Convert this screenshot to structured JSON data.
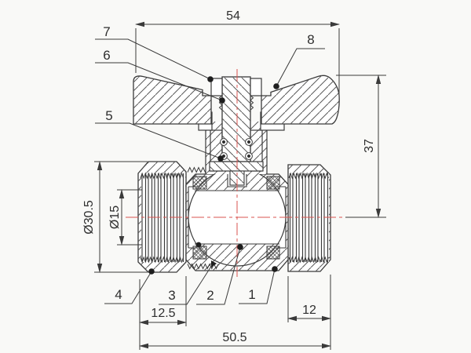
{
  "drawing": {
    "part_labels": {
      "l1": "1",
      "l2": "2",
      "l3": "3",
      "l4": "4",
      "l5": "5",
      "l6": "6",
      "l7": "7",
      "l8": "8"
    },
    "dimensions": {
      "handle_span": "54",
      "height_to_axis": "37",
      "outer_diameter": "Ø30.5",
      "bore_diameter": "Ø15",
      "left_nut_width": "12.5",
      "right_end_width": "12",
      "total_length": "50.5"
    },
    "colors": {
      "line": "#3a3a3a",
      "centerline_red": "#d9534f",
      "background": "#f9f9f7"
    }
  }
}
